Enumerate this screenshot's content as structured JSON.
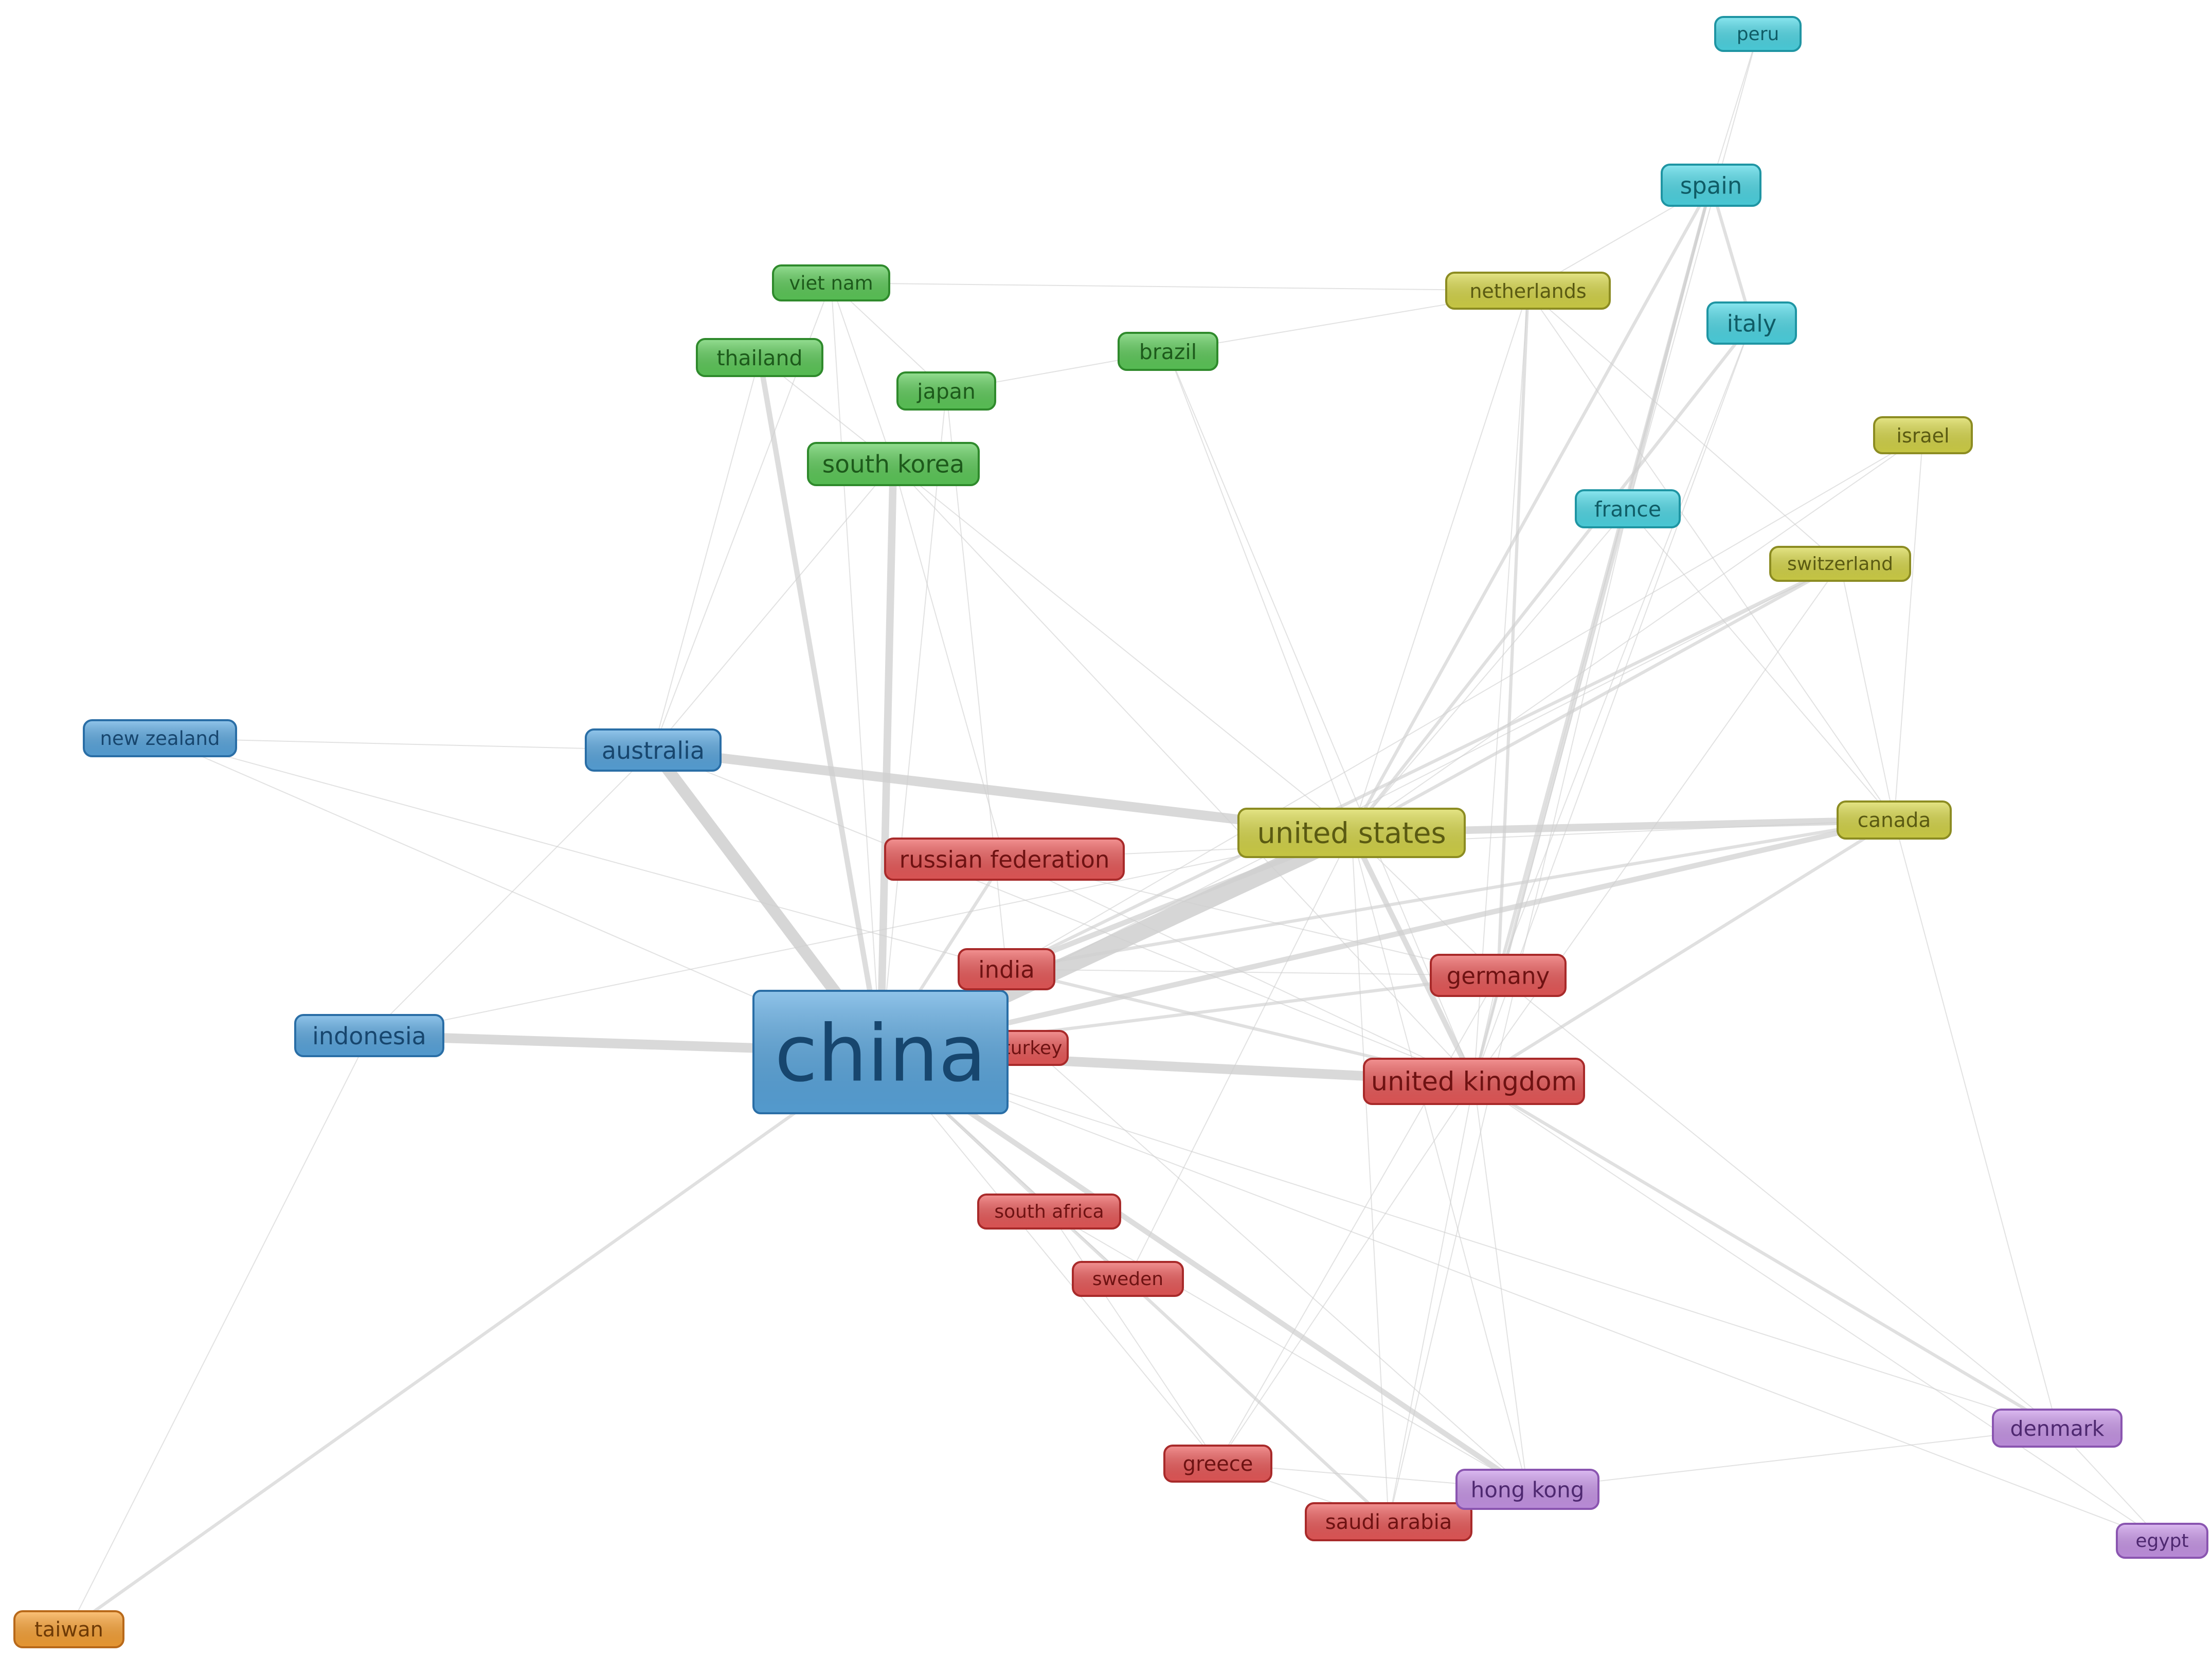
{
  "clusters": {
    "blue": {
      "fill": "#5aa7df",
      "stroke": "#2a6ea6",
      "text": "#17466e"
    },
    "green": {
      "fill": "#5ecb5a",
      "stroke": "#2f8a2c",
      "text": "#1d5a1b"
    },
    "yellow": {
      "fill": "#d6d649",
      "stroke": "#8c8c22",
      "text": "#5a5a12"
    },
    "cyan": {
      "fill": "#4fd8e6",
      "stroke": "#1f95a3",
      "text": "#0f5c66"
    },
    "red": {
      "fill": "#ea5a5a",
      "stroke": "#a82a2a",
      "text": "#6e1212"
    },
    "purple": {
      "fill": "#c896e8",
      "stroke": "#8a55b0",
      "text": "#4e2870"
    },
    "orange": {
      "fill": "#f8a236",
      "stroke": "#b8691a",
      "text": "#6e3a06"
    }
  },
  "nodes": [
    {
      "id": "china",
      "label": "china",
      "cluster": "blue",
      "weight": 10
    },
    {
      "id": "australia",
      "label": "australia",
      "cluster": "blue",
      "weight": 4
    },
    {
      "id": "indonesia",
      "label": "indonesia",
      "cluster": "blue",
      "weight": 4
    },
    {
      "id": "new-zealand",
      "label": "new zealand",
      "cluster": "blue",
      "weight": 3
    },
    {
      "id": "viet-nam",
      "label": "viet nam",
      "cluster": "green",
      "weight": 2
    },
    {
      "id": "thailand",
      "label": "thailand",
      "cluster": "green",
      "weight": 3
    },
    {
      "id": "japan",
      "label": "japan",
      "cluster": "green",
      "weight": 3
    },
    {
      "id": "brazil",
      "label": "brazil",
      "cluster": "green",
      "weight": 3
    },
    {
      "id": "south-korea",
      "label": "south korea",
      "cluster": "green",
      "weight": 4
    },
    {
      "id": "netherlands",
      "label": "netherlands",
      "cluster": "yellow",
      "weight": 3
    },
    {
      "id": "israel",
      "label": "israel",
      "cluster": "yellow",
      "weight": 3
    },
    {
      "id": "switzerland",
      "label": "switzerland",
      "cluster": "yellow",
      "weight": 2
    },
    {
      "id": "united-states",
      "label": "united states",
      "cluster": "yellow",
      "weight": 6
    },
    {
      "id": "canada",
      "label": "canada",
      "cluster": "yellow",
      "weight": 3
    },
    {
      "id": "peru",
      "label": "peru",
      "cluster": "cyan",
      "weight": 2
    },
    {
      "id": "spain",
      "label": "spain",
      "cluster": "cyan",
      "weight": 4
    },
    {
      "id": "italy",
      "label": "italy",
      "cluster": "cyan",
      "weight": 4
    },
    {
      "id": "france",
      "label": "france",
      "cluster": "cyan",
      "weight": 3
    },
    {
      "id": "russian-federation",
      "label": "russian federation",
      "cluster": "red",
      "weight": 4
    },
    {
      "id": "india",
      "label": "india",
      "cluster": "red",
      "weight": 4
    },
    {
      "id": "turkey",
      "label": "turkey",
      "cluster": "red",
      "weight": 2
    },
    {
      "id": "germany",
      "label": "germany",
      "cluster": "red",
      "weight": 4
    },
    {
      "id": "united-kingdom",
      "label": "united kingdom",
      "cluster": "red",
      "weight": 5
    },
    {
      "id": "south-africa",
      "label": "south africa",
      "cluster": "red",
      "weight": 2
    },
    {
      "id": "sweden",
      "label": "sweden",
      "cluster": "red",
      "weight": 2
    },
    {
      "id": "greece",
      "label": "greece",
      "cluster": "red",
      "weight": 3
    },
    {
      "id": "saudi-arabia",
      "label": "saudi arabia",
      "cluster": "red",
      "weight": 3
    },
    {
      "id": "hong-kong",
      "label": "hong kong",
      "cluster": "purple",
      "weight": 3
    },
    {
      "id": "denmark",
      "label": "denmark",
      "cluster": "purple",
      "weight": 3
    },
    {
      "id": "egypt",
      "label": "egypt",
      "cluster": "purple",
      "weight": 2
    },
    {
      "id": "taiwan",
      "label": "taiwan",
      "cluster": "orange",
      "weight": 3
    }
  ],
  "links": [
    {
      "source": "china",
      "target": "united-states",
      "strength": 9
    },
    {
      "source": "china",
      "target": "united-kingdom",
      "strength": 5
    },
    {
      "source": "china",
      "target": "australia",
      "strength": 6
    },
    {
      "source": "china",
      "target": "indonesia",
      "strength": 5
    },
    {
      "source": "china",
      "target": "south-korea",
      "strength": 4
    },
    {
      "source": "china",
      "target": "thailand",
      "strength": 3
    },
    {
      "source": "china",
      "target": "taiwan",
      "strength": 2
    },
    {
      "source": "china",
      "target": "hong-kong",
      "strength": 3
    },
    {
      "source": "china",
      "target": "russian-federation",
      "strength": 2
    },
    {
      "source": "china",
      "target": "india",
      "strength": 2
    },
    {
      "source": "china",
      "target": "germany",
      "strength": 2
    },
    {
      "source": "china",
      "target": "canada",
      "strength": 3
    },
    {
      "source": "china",
      "target": "saudi-arabia",
      "strength": 2
    },
    {
      "source": "china",
      "target": "greece",
      "strength": 1
    },
    {
      "source": "china",
      "target": "japan",
      "strength": 1
    },
    {
      "source": "china",
      "target": "viet-nam",
      "strength": 1
    },
    {
      "source": "china",
      "target": "new-zealand",
      "strength": 1
    },
    {
      "source": "china",
      "target": "switzerland",
      "strength": 1
    },
    {
      "source": "china",
      "target": "egypt",
      "strength": 1
    },
    {
      "source": "china",
      "target": "denmark",
      "strength": 1
    },
    {
      "source": "china",
      "target": "south-africa",
      "strength": 1
    },
    {
      "source": "china",
      "target": "sweden",
      "strength": 1
    },
    {
      "source": "china",
      "target": "turkey",
      "strength": 1
    },
    {
      "source": "australia",
      "target": "united-states",
      "strength": 5
    },
    {
      "source": "australia",
      "target": "new-zealand",
      "strength": 1
    },
    {
      "source": "australia",
      "target": "south-korea",
      "strength": 1
    },
    {
      "source": "australia",
      "target": "thailand",
      "strength": 1
    },
    {
      "source": "australia",
      "target": "viet-nam",
      "strength": 1
    },
    {
      "source": "australia",
      "target": "united-kingdom",
      "strength": 1
    },
    {
      "source": "australia",
      "target": "indonesia",
      "strength": 1
    },
    {
      "source": "indonesia",
      "target": "united-states",
      "strength": 1
    },
    {
      "source": "indonesia",
      "target": "taiwan",
      "strength": 1
    },
    {
      "source": "united-states",
      "target": "canada",
      "strength": 4
    },
    {
      "source": "united-states",
      "target": "united-kingdom",
      "strength": 3
    },
    {
      "source": "united-states",
      "target": "india",
      "strength": 3
    },
    {
      "source": "united-states",
      "target": "spain",
      "strength": 2
    },
    {
      "source": "united-states",
      "target": "italy",
      "strength": 2
    },
    {
      "source": "united-states",
      "target": "france",
      "strength": 1
    },
    {
      "source": "united-states",
      "target": "netherlands",
      "strength": 1
    },
    {
      "source": "united-states",
      "target": "switzerland",
      "strength": 2
    },
    {
      "source": "united-states",
      "target": "brazil",
      "strength": 1
    },
    {
      "source": "united-states",
      "target": "south-korea",
      "strength": 1
    },
    {
      "source": "united-states",
      "target": "germany",
      "strength": 1
    },
    {
      "source": "united-states",
      "target": "saudi-arabia",
      "strength": 1
    },
    {
      "source": "united-states",
      "target": "hong-kong",
      "strength": 1
    },
    {
      "source": "united-states",
      "target": "sweden",
      "strength": 1
    },
    {
      "source": "united-states",
      "target": "israel",
      "strength": 1
    },
    {
      "source": "spain",
      "target": "peru",
      "strength": 1
    },
    {
      "source": "spain",
      "target": "italy",
      "strength": 2
    },
    {
      "source": "spain",
      "target": "germany",
      "strength": 2
    },
    {
      "source": "spain",
      "target": "united-kingdom",
      "strength": 2
    },
    {
      "source": "spain",
      "target": "netherlands",
      "strength": 1
    },
    {
      "source": "spain",
      "target": "france",
      "strength": 1
    },
    {
      "source": "peru",
      "target": "france",
      "strength": 1
    },
    {
      "source": "italy",
      "target": "united-kingdom",
      "strength": 1
    },
    {
      "source": "italy",
      "target": "germany",
      "strength": 1
    },
    {
      "source": "netherlands",
      "target": "viet-nam",
      "strength": 1
    },
    {
      "source": "netherlands",
      "target": "brazil",
      "strength": 1
    },
    {
      "source": "netherlands",
      "target": "germany",
      "strength": 2
    },
    {
      "source": "netherlands",
      "target": "united-kingdom",
      "strength": 1
    },
    {
      "source": "netherlands",
      "target": "switzerland",
      "strength": 1
    },
    {
      "source": "netherlands",
      "target": "canada",
      "strength": 1
    },
    {
      "source": "viet-nam",
      "target": "japan",
      "strength": 1
    },
    {
      "source": "viet-nam",
      "target": "south-korea",
      "strength": 1
    },
    {
      "source": "thailand",
      "target": "south-korea",
      "strength": 1
    },
    {
      "source": "japan",
      "target": "brazil",
      "strength": 1
    },
    {
      "source": "japan",
      "target": "india",
      "strength": 1
    },
    {
      "source": "south-korea",
      "target": "russian-federation",
      "strength": 1
    },
    {
      "source": "south-korea",
      "target": "united-kingdom",
      "strength": 1
    },
    {
      "source": "brazil",
      "target": "united-kingdom",
      "strength": 1
    },
    {
      "source": "israel",
      "target": "canada",
      "strength": 1
    },
    {
      "source": "israel",
      "target": "india",
      "strength": 1
    },
    {
      "source": "switzerland",
      "target": "canada",
      "strength": 1
    },
    {
      "source": "switzerland",
      "target": "united-kingdom",
      "strength": 1
    },
    {
      "source": "switzerland",
      "target": "india",
      "strength": 2
    },
    {
      "source": "canada",
      "target": "denmark",
      "strength": 1
    },
    {
      "source": "canada",
      "target": "united-kingdom",
      "strength": 2
    },
    {
      "source": "canada",
      "target": "india",
      "strength": 2
    },
    {
      "source": "canada",
      "target": "russian-federation",
      "strength": 1
    },
    {
      "source": "france",
      "target": "united-kingdom",
      "strength": 1
    },
    {
      "source": "france",
      "target": "canada",
      "strength": 1
    },
    {
      "source": "france",
      "target": "saudi-arabia",
      "strength": 1
    },
    {
      "source": "russian-federation",
      "target": "germany",
      "strength": 1
    },
    {
      "source": "russian-federation",
      "target": "united-kingdom",
      "strength": 1
    },
    {
      "source": "india",
      "target": "united-kingdom",
      "strength": 2
    },
    {
      "source": "india",
      "target": "germany",
      "strength": 1
    },
    {
      "source": "united-kingdom",
      "target": "hong-kong",
      "strength": 1
    },
    {
      "source": "united-kingdom",
      "target": "greece",
      "strength": 1
    },
    {
      "source": "united-kingdom",
      "target": "saudi-arabia",
      "strength": 1
    },
    {
      "source": "united-kingdom",
      "target": "denmark",
      "strength": 2
    },
    {
      "source": "united-kingdom",
      "target": "egypt",
      "strength": 1
    },
    {
      "source": "united-kingdom",
      "target": "germany",
      "strength": 1
    },
    {
      "source": "germany",
      "target": "denmark",
      "strength": 1
    },
    {
      "source": "germany",
      "target": "greece",
      "strength": 1
    },
    {
      "source": "south-africa",
      "target": "greece",
      "strength": 1
    },
    {
      "source": "south-africa",
      "target": "hong-kong",
      "strength": 1
    },
    {
      "source": "turkey",
      "target": "hong-kong",
      "strength": 1
    },
    {
      "source": "greece",
      "target": "hong-kong",
      "strength": 1
    },
    {
      "source": "greece",
      "target": "saudi-arabia",
      "strength": 1
    },
    {
      "source": "hong-kong",
      "target": "denmark",
      "strength": 1
    },
    {
      "source": "denmark",
      "target": "egypt",
      "strength": 1
    },
    {
      "source": "new-zealand",
      "target": "india",
      "strength": 1
    }
  ]
}
